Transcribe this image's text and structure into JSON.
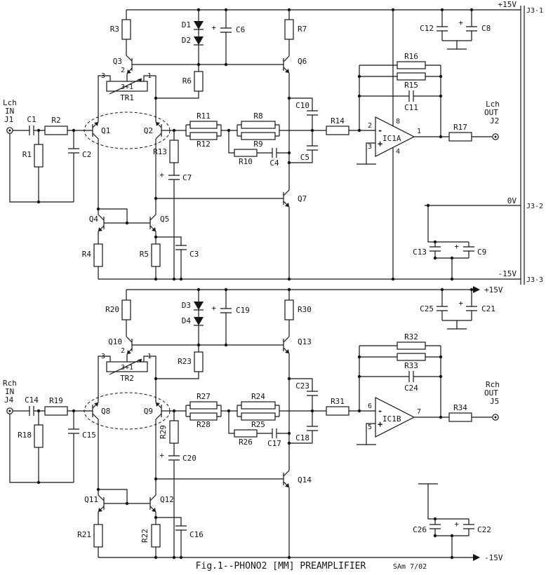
{
  "title": "Fig.1--PHONO2 [MM] PREAMPLIFIER",
  "credit": "SAm 7/02",
  "rails": {
    "p15_a": "+15V",
    "p15_b": "+15V",
    "gnd0": "0V",
    "n15_a": "-15V",
    "n15_b": "-15V"
  },
  "j3": {
    "pin1": "J3-1",
    "pin2": "J3-2",
    "pin3": "J3-3"
  },
  "io": {
    "lch_in": {
      "ch": "Lch",
      "dir": "IN",
      "ref": "J1"
    },
    "lch_out": {
      "ch": "Lch",
      "dir": "OUT",
      "ref": "J2"
    },
    "rch_in": {
      "ch": "Rch",
      "dir": "IN",
      "ref": "J4"
    },
    "rch_out": {
      "ch": "Rch",
      "dir": "OUT",
      "ref": "J5"
    }
  },
  "opamps": {
    "a": {
      "name": "IC1A",
      "vplus": "8",
      "inv": "2",
      "ninv": "3",
      "out": "1",
      "vminus": "4"
    },
    "b": {
      "name": "IC1B",
      "inv": "6",
      "ninv": "5",
      "out": "7"
    }
  },
  "signs": {
    "minus": "-",
    "plus": "+"
  },
  "trimmers": {
    "a": {
      "name": "TR1",
      "p3": "3",
      "p2": "2",
      "p1": "1",
      "note": "3+1"
    },
    "b": {
      "name": "TR2",
      "p3": "3",
      "p2": "2",
      "p1": "1",
      "note": "3+1"
    }
  },
  "refs": {
    "R1": "R1",
    "R2": "R2",
    "R3": "R3",
    "R4": "R4",
    "R5": "R5",
    "R6": "R6",
    "R7": "R7",
    "R8": "R8",
    "R9": "R9",
    "R10": "R10",
    "R11": "R11",
    "R12": "R12",
    "R13": "R13",
    "R14": "R14",
    "R15": "R15",
    "R16": "R16",
    "R17": "R17",
    "R18": "R18",
    "R19": "R19",
    "R20": "R20",
    "R21": "R21",
    "R22": "R22",
    "R23": "R23",
    "R24": "R24",
    "R25": "R25",
    "R26": "R26",
    "R27": "R27",
    "R28": "R28",
    "R29": "R29",
    "R30": "R30",
    "R31": "R31",
    "R32": "R32",
    "R33": "R33",
    "R34": "R34",
    "C1": "C1",
    "C2": "C2",
    "C3": "C3",
    "C4": "C4",
    "C5": "C5",
    "C6": "C6",
    "C7": "C7",
    "C8": "C8",
    "C9": "C9",
    "C10": "C10",
    "C11": "C11",
    "C12": "C12",
    "C13": "C13",
    "C14": "C14",
    "C15": "C15",
    "C16": "C16",
    "C17": "C17",
    "C18": "C18",
    "C19": "C19",
    "C20": "C20",
    "C21": "C21",
    "C22": "C22",
    "C23": "C23",
    "C24": "C24",
    "C25": "C25",
    "C26": "C26",
    "D1": "D1",
    "D2": "D2",
    "D3": "D3",
    "D4": "D4",
    "Q1": "Q1",
    "Q2": "Q2",
    "Q3": "Q3",
    "Q4": "Q4",
    "Q5": "Q5",
    "Q6": "Q6",
    "Q7": "Q7",
    "Q8": "Q8",
    "Q9": "Q9",
    "Q10": "Q10",
    "Q11": "Q11",
    "Q12": "Q12",
    "Q13": "Q13",
    "Q14": "Q14"
  }
}
